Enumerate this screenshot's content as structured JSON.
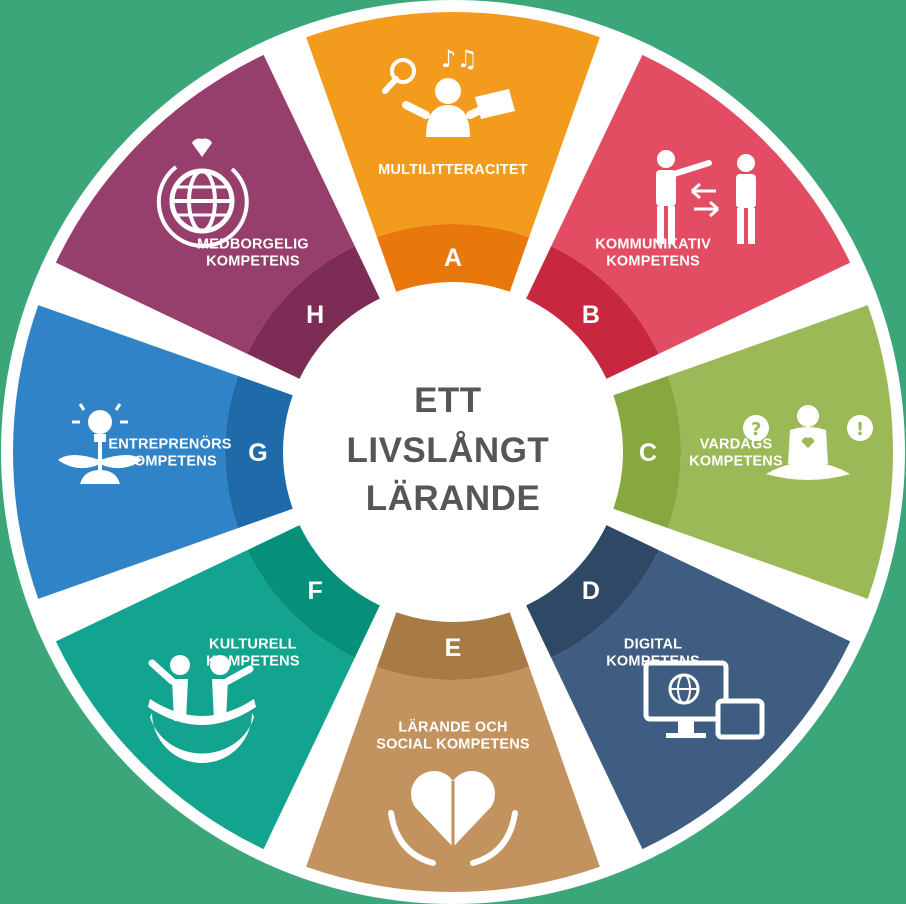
{
  "center": {
    "lines": [
      "ETT",
      "LIVSLÅNGT",
      "LÄRANDE"
    ],
    "color": "#565656"
  },
  "background_color": "#3aa679",
  "segments": [
    {
      "key": "A",
      "letter": "A",
      "label_lines": [
        "MULTILITTERACITET"
      ],
      "icon": "person-with-magnifier-music-book-icon",
      "outer_color": "#f39b1d",
      "inner_color": "#e8780c"
    },
    {
      "key": "B",
      "letter": "B",
      "label_lines": [
        "KOMMUNIKATIV",
        "KOMPETENS"
      ],
      "icon": "two-people-communicating-icon",
      "outer_color": "#e34d63",
      "inner_color": "#c8283f"
    },
    {
      "key": "C",
      "letter": "C",
      "label_lines": [
        "VARDAGS",
        "KOMPETENS"
      ],
      "icon": "meditating-person-icon",
      "outer_color": "#9bb957",
      "inner_color": "#87a83f"
    },
    {
      "key": "D",
      "letter": "D",
      "label_lines": [
        "DIGITAL",
        "KOMPETENS"
      ],
      "icon": "computer-and-tablet-icon",
      "outer_color": "#3f5d80",
      "inner_color": "#2f4866"
    },
    {
      "key": "E",
      "letter": "E",
      "label_lines": [
        "LÄRANDE OCH",
        "SOCIAL KOMPETENS"
      ],
      "icon": "puzzle-heart-hands-icon",
      "outer_color": "#c2935e",
      "inner_color": "#a97b44"
    },
    {
      "key": "F",
      "letter": "F",
      "label_lines": [
        "KULTURELL",
        "KOMPETENS"
      ],
      "icon": "people-on-globe-icon",
      "outer_color": "#12a48e",
      "inner_color": "#06907a"
    },
    {
      "key": "G",
      "letter": "G",
      "label_lines": [
        "ENTREPRENÖRS",
        "KOMPETENS"
      ],
      "icon": "lightbulb-plant-icon",
      "outer_color": "#2f83c6",
      "inner_color": "#1f6aa9"
    },
    {
      "key": "H",
      "letter": "H",
      "label_lines": [
        "MEDBORGELIG",
        "KOMPETENS"
      ],
      "icon": "globe-heart-icon",
      "outer_color": "#963e6c",
      "inner_color": "#7c2c55"
    }
  ]
}
